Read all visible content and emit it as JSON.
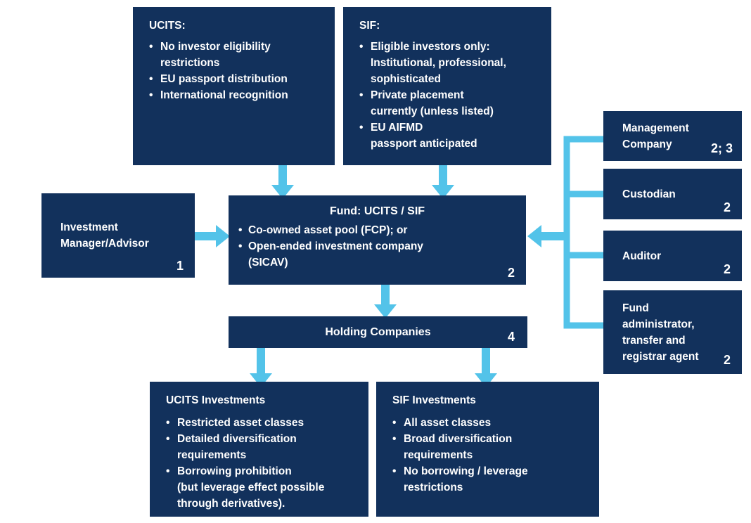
{
  "colors": {
    "box_navy": "#12315c",
    "arrow_cyan": "#53c3e9",
    "text_white": "#ffffff",
    "background": "#ffffff"
  },
  "boxes": {
    "ucits": {
      "title": "UCITS:",
      "bullets": [
        "No investor eligibility\nrestrictions",
        "EU passport distribution",
        "International recognition"
      ]
    },
    "sif": {
      "title": "SIF:",
      "bullets": [
        "Eligible investors only:\nInstitutional, professional,\nsophisticated",
        "Private placement\ncurrently (unless listed)",
        "EU AIFMD\npassport anticipated"
      ]
    },
    "investment_manager": {
      "label": "Investment\nManager/Advisor",
      "note": "1"
    },
    "fund": {
      "title": "Fund: UCITS / SIF",
      "bullets": [
        "Co-owned asset pool (FCP); or",
        "Open-ended investment company\n(SICAV)"
      ],
      "note": "2"
    },
    "management_company": {
      "label": "Management\nCompany",
      "note": "2; 3"
    },
    "custodian": {
      "label": "Custodian",
      "note": "2"
    },
    "auditor": {
      "label": "Auditor",
      "note": "2"
    },
    "fund_administrator": {
      "label": "Fund\nadministrator,\ntransfer and\nregistrar agent",
      "note": "2"
    },
    "holding_companies": {
      "label": "Holding Companies",
      "note": "4"
    },
    "ucits_investments": {
      "title": "UCITS Investments",
      "bullets": [
        "Restricted asset classes",
        "Detailed diversification\nrequirements",
        "Borrowing prohibition\n(but leverage effect possible\nthrough derivatives)."
      ]
    },
    "sif_investments": {
      "title": "SIF Investments",
      "bullets": [
        "All asset classes",
        "Broad diversification\nrequirements",
        "No borrowing / leverage\nrestrictions"
      ]
    }
  }
}
